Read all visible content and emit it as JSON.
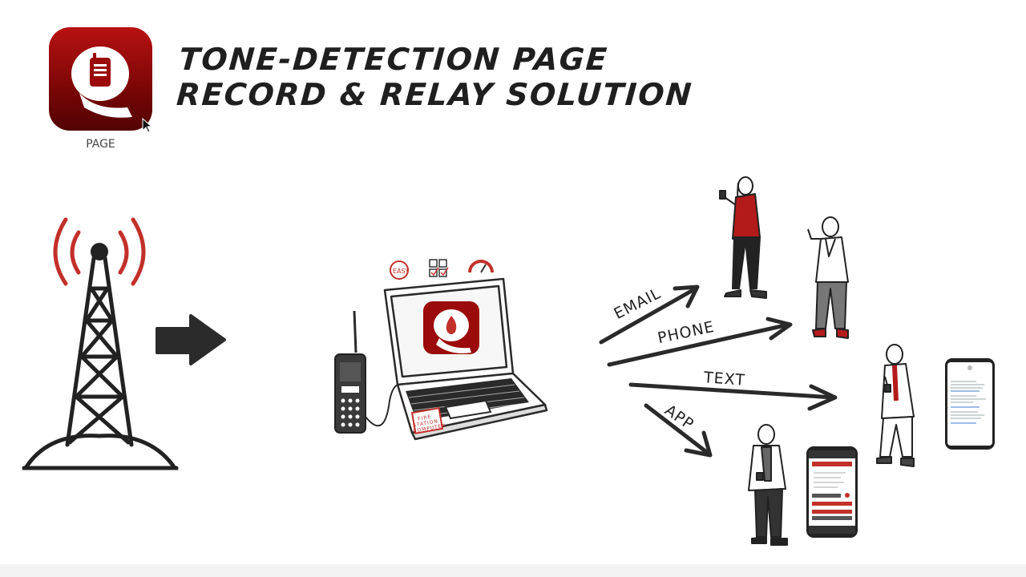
{
  "app_icon": {
    "label": "PAGE",
    "icon": "radio-q-logo-icon"
  },
  "headline": {
    "line1": "TONE-DETECTION PAGE",
    "line2": "RECORD & RELAY SOLUTION"
  },
  "laptop": {
    "sticker_text": "FIRE STATION COMPUTER"
  },
  "channels": {
    "email": "EMAIL",
    "phone": "PHONE",
    "text": "TEXT",
    "app": "APP"
  },
  "colors": {
    "brand_red": "#9b0b0b",
    "ink": "#1f1f1f",
    "signal_red": "#c2302a"
  },
  "icons": [
    "cursor-arrow-icon",
    "radio-tower-icon",
    "right-arrow-icon",
    "laptop-icon",
    "handheld-radio-icon",
    "checklist-icon",
    "gauge-icon",
    "fire-q-logo-icon",
    "smartphone-icon"
  ]
}
